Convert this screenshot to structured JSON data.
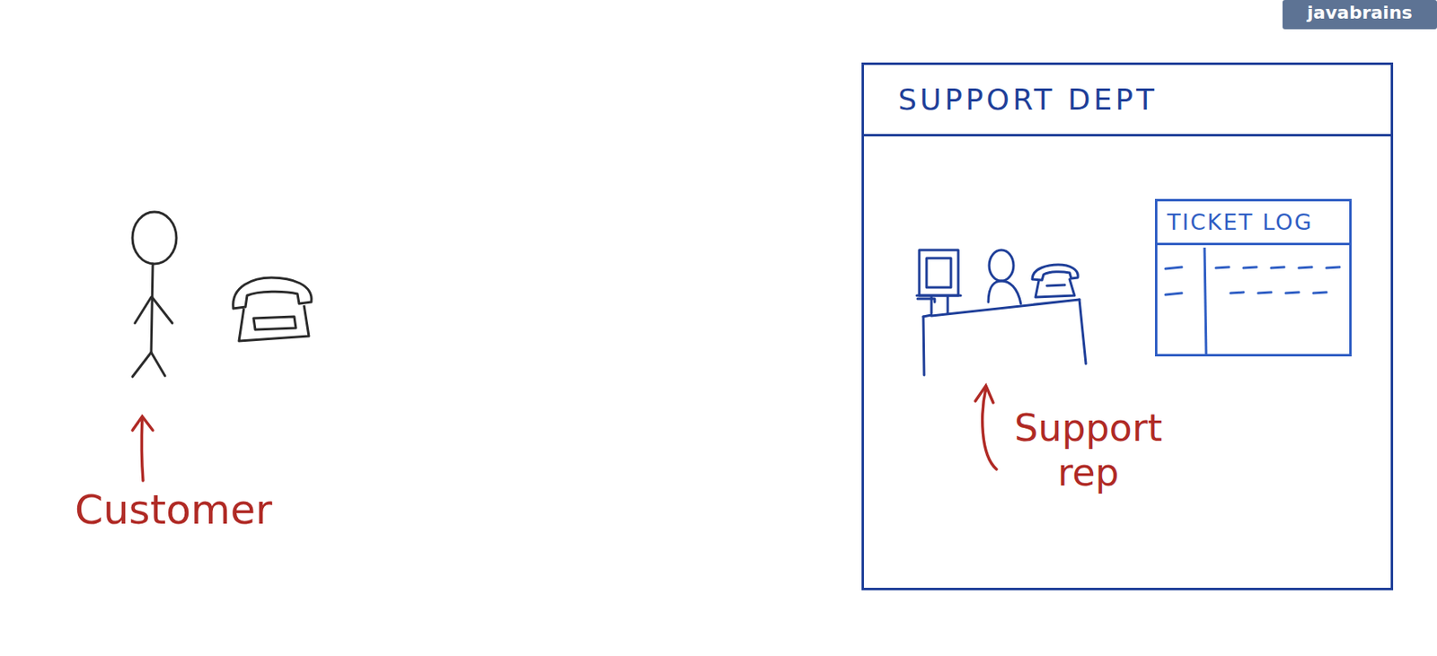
{
  "diagram": {
    "nodes": [
      {
        "text": [
          "SUPPORT DEPT"
        ]
      },
      {
        "text": [
          "TICKET LOG"
        ],
        "in": 0
      }
    ],
    "labels": [
      "Customer",
      "Support rep",
      "javabrains"
    ]
  }
}
